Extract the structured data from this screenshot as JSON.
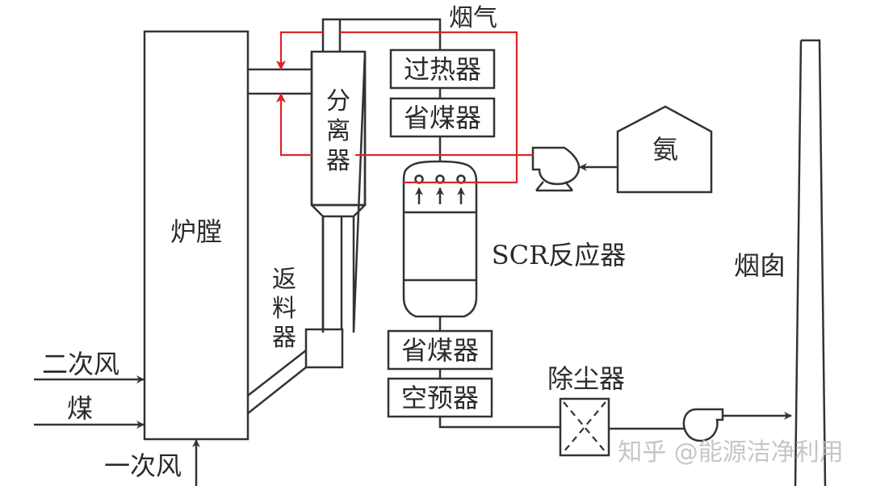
{
  "title": "CFB boiler SCR denitrification process flow",
  "colors": {
    "line": "#333333",
    "ammonia_line": "#d9262b",
    "background": "#ffffff",
    "watermark": "#bdbdbd"
  },
  "labels": {
    "flue_gas": "烟气",
    "superheater": "过热器",
    "economizer_upper": "省煤器",
    "separator": [
      "分",
      "离",
      "器"
    ],
    "furnace": "炉膛",
    "loop_seal": [
      "返",
      "料",
      "器"
    ],
    "ammonia": "氨",
    "scr_reactor": "SCR反应器",
    "chimney": "烟囱",
    "economizer_lower": "省煤器",
    "air_preheater": "空预器",
    "dust_collector": "除尘器",
    "secondary_air": "二次风",
    "coal": "煤",
    "primary_air": "一次风"
  },
  "watermark": "知乎 @能源洁净利用"
}
